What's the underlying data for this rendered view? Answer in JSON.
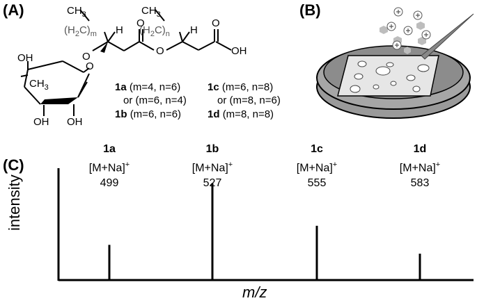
{
  "panels": {
    "a": "(A)",
    "b": "(B)",
    "c": "(C)"
  },
  "structure": {
    "ch3_left": "CH3",
    "ch3_right": "CH3",
    "h2c_left": "(H2C)m",
    "h2c_right": "(H2C)n",
    "h_left": "H",
    "h_right": "H",
    "o_ring": "O",
    "o_link": "O",
    "o_ester_carbonyl": "O",
    "o_ester": "O",
    "o_acid_carbonyl": "O",
    "oh_acid": "OH",
    "ring_oh_top": "OH",
    "ring_ch3": "CH3",
    "ring_oh_bl": "OH",
    "ring_oh_br": "OH"
  },
  "compounds": [
    {
      "id": "1a",
      "text": "(m=4, n=6)"
    },
    {
      "id": "",
      "text": "or (m=6, n=4)"
    },
    {
      "id": "1b",
      "text": "(m=6, n=6)"
    },
    {
      "id": "1c",
      "text": "(m=6, n=8)"
    },
    {
      "id": "",
      "text": "or (m=8, n=6)"
    },
    {
      "id": "1d",
      "text": "(m=8, n=8)"
    }
  ],
  "chart_data": {
    "type": "bar",
    "xlabel": "m/z",
    "ylabel": "intensity",
    "peaks": [
      {
        "name": "1a",
        "ion": "[M+Na]+",
        "mz": 499,
        "relative_intensity": 0.24
      },
      {
        "name": "1b",
        "ion": "[M+Na]+",
        "mz": 527,
        "relative_intensity": 0.66
      },
      {
        "name": "1c",
        "ion": "[M+Na]+",
        "mz": 555,
        "relative_intensity": 0.37
      },
      {
        "name": "1d",
        "ion": "[M+Na]+",
        "mz": 583,
        "relative_intensity": 0.18
      }
    ]
  }
}
